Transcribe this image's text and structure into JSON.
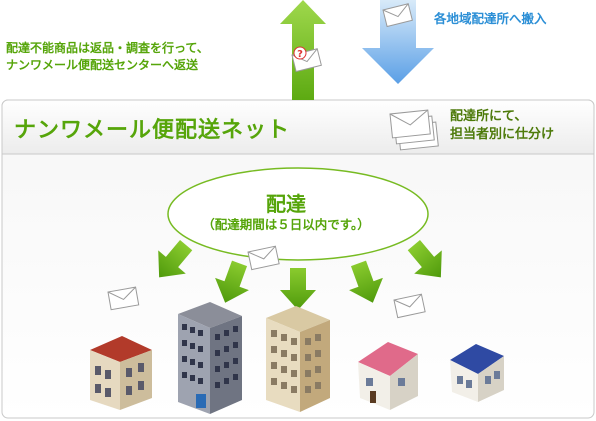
{
  "top": {
    "return_note_line1": "配達不能商品は返品・調査を行って、",
    "return_note_line2": "ナンワメール便配送センターへ返送",
    "inbound_note": "各地域配達所へ搬入",
    "return_mark": "?"
  },
  "network": {
    "title": "ナンワメール便配送ネット",
    "sorting_line1": "配達所にて、",
    "sorting_line2": "担当者別に仕分け"
  },
  "delivery": {
    "label": "配達",
    "period": "（配達期間は５日以内です。）"
  },
  "colors": {
    "green": "#56a50a",
    "arrow_green": "#6fbe1c",
    "arrow_blue": "#6aa9e8",
    "band_border": "#c9c9c9"
  },
  "icons": {
    "return_arrow": "up-arrow-icon",
    "inbound_arrow": "down-arrow-icon",
    "mail": "envelope-icon",
    "building": "building-icon"
  }
}
